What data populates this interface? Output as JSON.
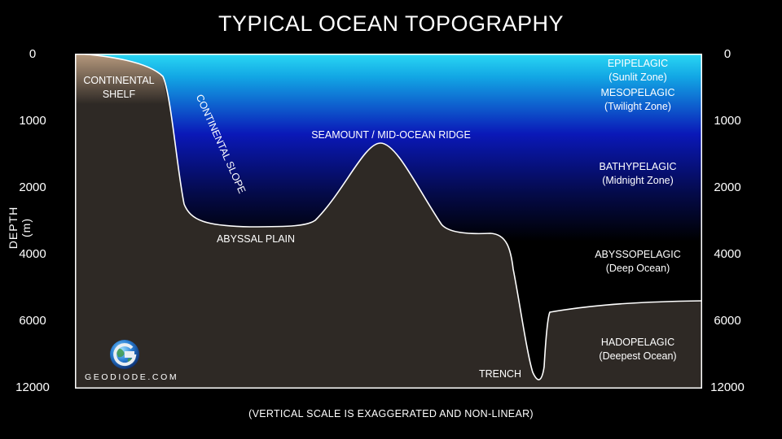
{
  "title": "TYPICAL OCEAN TOPOGRAPHY",
  "footnote": "(VERTICAL SCALE IS EXAGGERATED AND NON-LINEAR)",
  "y_axis": {
    "label": "DEPTH (m)",
    "ticks_left": [
      "0",
      "1000",
      "2000",
      "4000",
      "6000",
      "12000"
    ],
    "ticks_right": [
      "0",
      "1000",
      "2000",
      "4000",
      "6000",
      "12000"
    ]
  },
  "features": {
    "continental_shelf": "CONTINENTAL SHELF",
    "continental_slope": "CONTINENTAL SLOPE",
    "abyssal_plain": "ABYSSAL PLAIN",
    "seamount": "SEAMOUNT / MID-OCEAN RIDGE",
    "trench": "TRENCH"
  },
  "zones": [
    {
      "name": "EPIPELAGIC",
      "sub": "(Sunlit Zone)"
    },
    {
      "name": "MESOPELAGIC",
      "sub": "(Twilight Zone)"
    },
    {
      "name": "BATHYPELAGIC",
      "sub": "(Midnight Zone)"
    },
    {
      "name": "ABYSSOPELAGIC",
      "sub": "(Deep Ocean)"
    },
    {
      "name": "HADOPELAGIC",
      "sub": "(Deepest Ocean)"
    }
  ],
  "brand": "GEODIODE.COM",
  "colors": {
    "surface_water": "#2ad8f4",
    "mid_water": "#0a18b8",
    "deep_water": "#000000",
    "seafloor": "#2e2925",
    "shelf": "#b79a7e",
    "outline": "#ffffff"
  },
  "icons": {
    "logo": "globe-g-logo-icon"
  }
}
